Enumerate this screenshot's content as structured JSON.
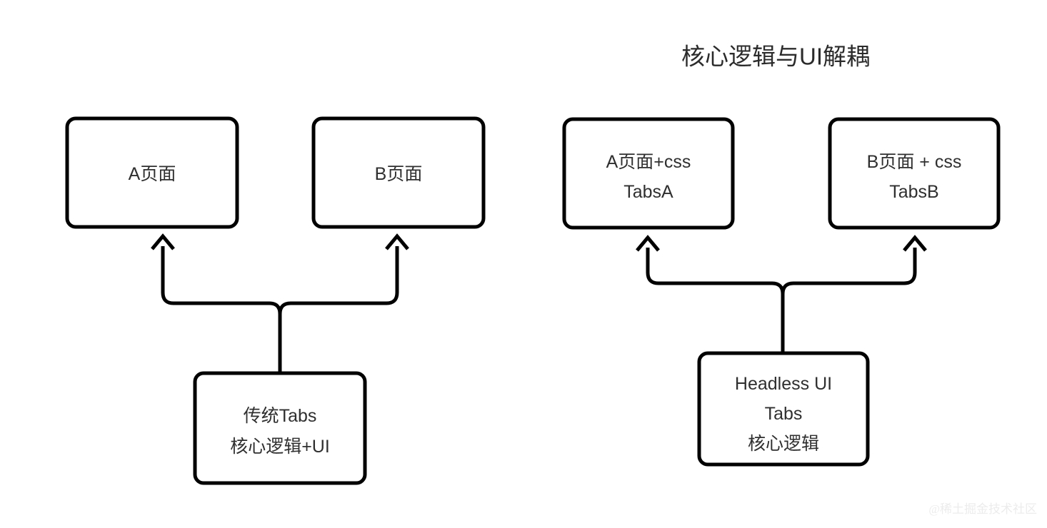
{
  "title": "核心逻辑与UI解耦",
  "watermark": "@稀土掘金技术社区",
  "colors": {
    "background": "#ffffff",
    "stroke": "#000000",
    "box_fill": "#ffffff",
    "title_text": "#2b2b2b",
    "label_text": "#2f2f2f",
    "watermark_text": "#ececec"
  },
  "diagram": {
    "type": "flow-diagram",
    "groups": [
      {
        "id": "traditional",
        "name": "traditional-tabs-group",
        "top_boxes": [
          {
            "id": "page-a",
            "lines": [
              "A页面"
            ]
          },
          {
            "id": "page-b",
            "lines": [
              "B页面"
            ]
          }
        ],
        "bottom_box": {
          "id": "traditional-tabs",
          "lines": [
            "传统Tabs",
            "核心逻辑+UI"
          ]
        },
        "edges": [
          {
            "from": "traditional-tabs",
            "to": "page-a",
            "direction": "up",
            "arrow": true
          },
          {
            "from": "traditional-tabs",
            "to": "page-b",
            "direction": "up",
            "arrow": true
          }
        ]
      },
      {
        "id": "headless",
        "name": "headless-ui-group",
        "top_boxes": [
          {
            "id": "page-a-css",
            "lines": [
              "A页面+css",
              "TabsA"
            ]
          },
          {
            "id": "page-b-css",
            "lines": [
              "B页面 + css",
              "TabsB"
            ]
          }
        ],
        "bottom_box": {
          "id": "headless-ui-tabs",
          "lines": [
            "Headless UI",
            "Tabs",
            "核心逻辑"
          ]
        },
        "edges": [
          {
            "from": "headless-ui-tabs",
            "to": "page-a-css",
            "direction": "up",
            "arrow": true
          },
          {
            "from": "headless-ui-tabs",
            "to": "page-b-css",
            "direction": "up",
            "arrow": true
          }
        ]
      }
    ]
  },
  "labels": {
    "page_a": "A页面",
    "page_b": "B页面",
    "trad_line1": "传统Tabs",
    "trad_line2": "核心逻辑+UI",
    "tabsa_line1": "A页面+css",
    "tabsa_line2": "TabsA",
    "tabsb_line1": "B页面 + css",
    "tabsb_line2": "TabsB",
    "headless_line1": "Headless UI",
    "headless_line2": "Tabs",
    "headless_line3": "核心逻辑"
  }
}
